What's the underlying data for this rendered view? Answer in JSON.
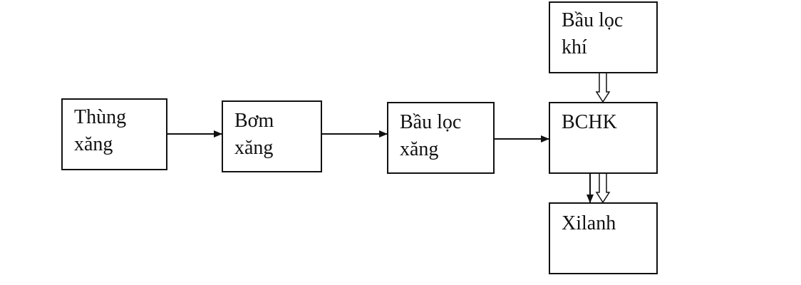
{
  "nodes": {
    "fuel_tank": {
      "line1": "Thùng",
      "line2": "xăng"
    },
    "fuel_pump": {
      "line1": "Bơm",
      "line2": "xăng"
    },
    "fuel_filter": {
      "line1": "Bầu lọc",
      "line2": "xăng"
    },
    "air_filter": {
      "line1": "Bầu lọc",
      "line2": "khí"
    },
    "carburetor": {
      "line1": "BCHK"
    },
    "cylinder": {
      "line1": "Xilanh"
    }
  },
  "colors": {
    "line": "#111111",
    "background": "#ffffff"
  }
}
